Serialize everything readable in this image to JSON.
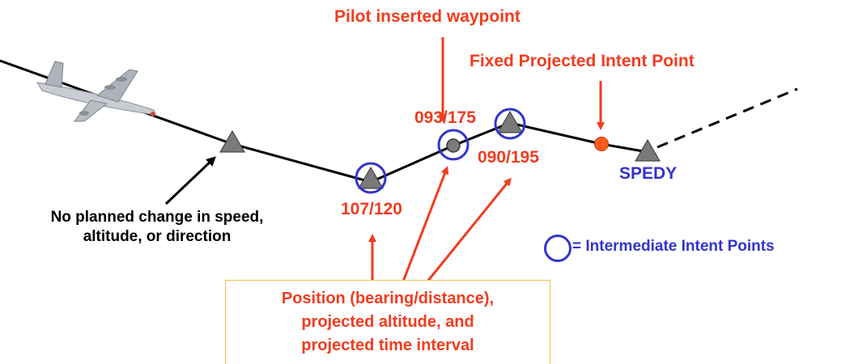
{
  "labels": {
    "pilot_inserted_waypoint": "Pilot inserted waypoint",
    "fixed_projected_intent_point": "Fixed Projected Intent Point",
    "wp1": "107/120",
    "wp2": "093/175",
    "wp3": "090/195",
    "spedy": "SPEDY",
    "no_change_line1": "No planned change in speed,",
    "no_change_line2": "altitude, or direction",
    "legend": "= Intermediate Intent Points"
  },
  "info_box": {
    "line1": "Position (bearing/distance),",
    "line2": "projected altitude, and",
    "line3": "projected time interval"
  },
  "colors": {
    "red": "#f03c1e",
    "blue": "#3333cc",
    "waypoint_gray": "#7a7a7a",
    "fixed_point_orange": "#ff5a1e"
  }
}
